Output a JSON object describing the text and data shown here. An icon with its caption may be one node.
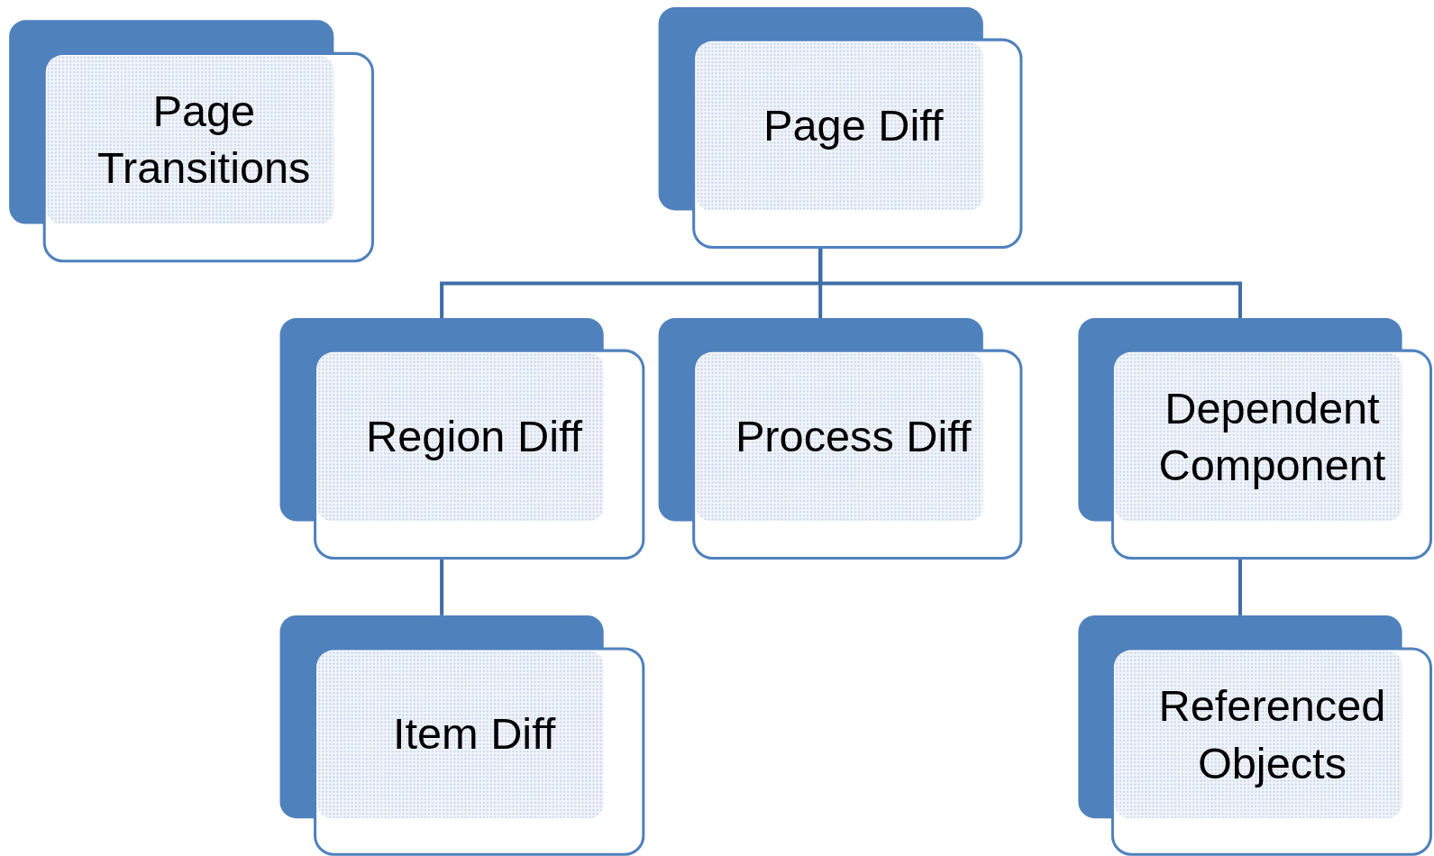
{
  "diagram": {
    "nodes": [
      {
        "text": [
          "Page Transitions"
        ]
      },
      {
        "text": [
          "Page Diff"
        ]
      },
      {
        "text": [
          "Region Diff"
        ]
      },
      {
        "text": [
          "Process Diff"
        ]
      },
      {
        "text": [
          "Dependent Component"
        ]
      },
      {
        "text": [
          "Item Diff"
        ]
      },
      {
        "text": [
          "Referenced Objects"
        ]
      }
    ],
    "edges": [
      {
        "from": 1,
        "to": 2,
        "arrow": "none"
      },
      {
        "from": 1,
        "to": 3,
        "arrow": "none"
      },
      {
        "from": 1,
        "to": 4,
        "arrow": "none"
      },
      {
        "from": 2,
        "to": 5,
        "arrow": "none"
      },
      {
        "from": 4,
        "to": 6,
        "arrow": "none"
      }
    ]
  }
}
